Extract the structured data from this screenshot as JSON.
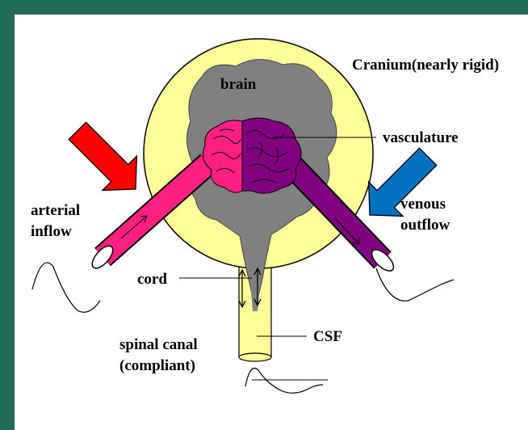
{
  "labels": {
    "cranium": "Cranium(nearly rigid)",
    "brain": "brain",
    "vasculature": "vasculature",
    "arterial_line1": "arterial",
    "arterial_line2": "inflow",
    "venous_line1": "venous",
    "venous_line2": "outflow",
    "cord": "cord",
    "csf": "CSF",
    "spinal_line1": "spinal canal",
    "spinal_line2": "(compliant)"
  },
  "colors": {
    "background": "#1f6b55",
    "panel": "#ffffff",
    "cranium": "#ffff99",
    "brain": "#808080",
    "arterial": "#ff2080",
    "venous": "#800080",
    "arterial_arrow": "#ff0000",
    "venous_arrow": "#0070c0"
  }
}
